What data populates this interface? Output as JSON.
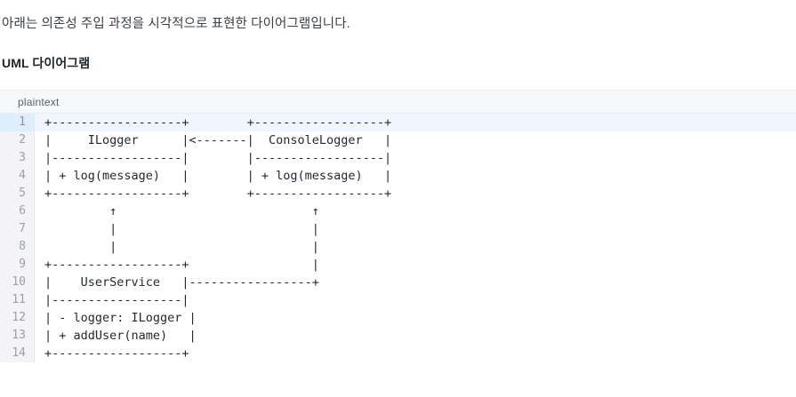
{
  "intro": {
    "text": "아래는 의존성 주입 과정을 시각적으로 표현한 다이어그램입니다."
  },
  "heading": {
    "text": "UML 다이어그램"
  },
  "code_block": {
    "language_label": "plaintext",
    "highlighted_line": 1,
    "line_numbers": [
      "1",
      "2",
      "3",
      "4",
      "5",
      "6",
      "7",
      "8",
      "9",
      "10",
      "11",
      "12",
      "13",
      "14"
    ],
    "lines": [
      "+------------------+        +------------------+",
      "|     ILogger      |<-------|  ConsoleLogger   |",
      "|------------------|        |------------------|",
      "| + log(message)   |        | + log(message)   |",
      "+------------------+        +------------------+",
      "         ↑                           ↑",
      "         |                           |",
      "         |                           |",
      "+------------------+                 |",
      "|    UserService   |-----------------+",
      "|------------------|",
      "| - logger: ILogger |",
      "| + addUser(name)   |",
      "+------------------+"
    ]
  },
  "colors": {
    "text": "#24292f",
    "gutter_bg": "#f4f4f6",
    "gutter_text": "#9aa0a8",
    "highlight_bg": "#eff6fd",
    "highlight_gutter_bg": "#dfeefc",
    "header_bg": "#f7f8f9",
    "header_text": "#5b6067",
    "body_text": "#3b4045"
  }
}
